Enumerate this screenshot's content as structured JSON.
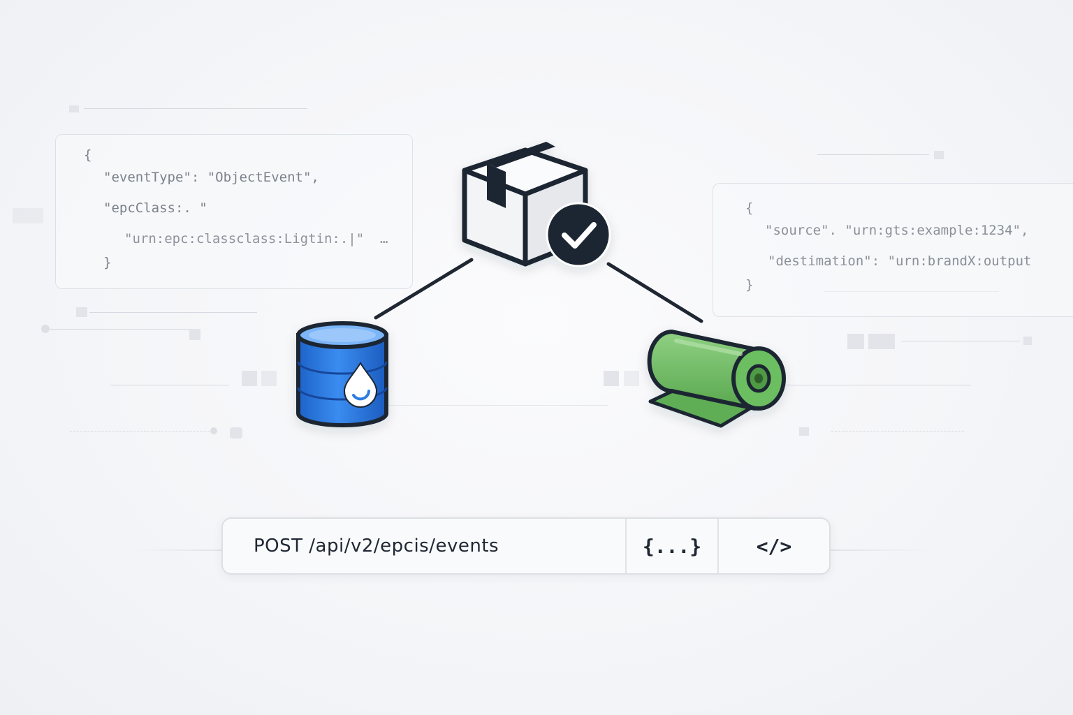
{
  "code_left": {
    "lines": [
      "{",
      "\"eventType\": \"ObjectEvent\",",
      "\"epcClass:. \"",
      "\"urn:epc:classclass:Ligtin:.|\"  …",
      "}"
    ]
  },
  "code_right": {
    "lines": [
      "{",
      "\"source\". \"urn:gts:example:1234\",",
      "\"destimation\": \"urn:brandX:output",
      "}"
    ]
  },
  "nodes": {
    "product": {
      "icon": "package-check-icon",
      "badge_color": "#1f2733"
    },
    "source": {
      "icon": "database-water-icon",
      "color": "#2f7be0"
    },
    "output": {
      "icon": "fabric-roll-icon",
      "color": "#66b85c"
    }
  },
  "endpoint": {
    "url": "POST /api/v2/epcis/events",
    "json_label": "{...}",
    "xml_label": "</>"
  },
  "colors": {
    "stroke": "#1f2733",
    "database_blue": "#2f7be0",
    "roll_green": "#66b85c",
    "background": "#f4f5f8"
  }
}
